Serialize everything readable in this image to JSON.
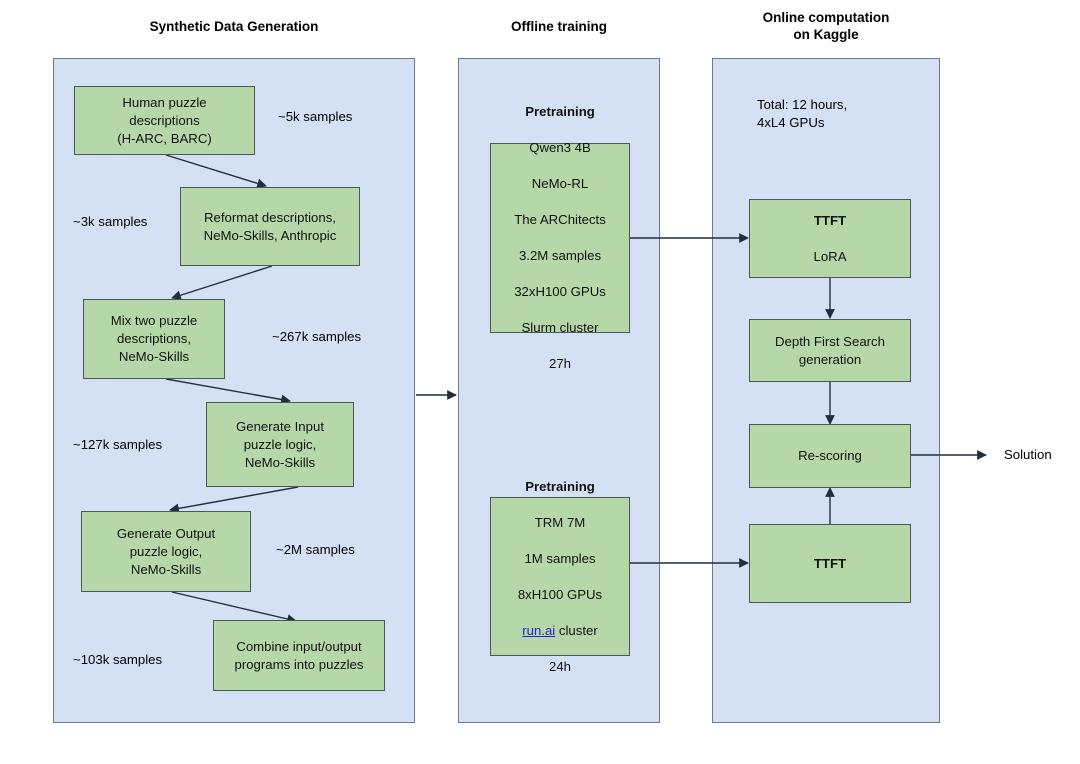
{
  "diagram": {
    "title_columns": [
      {
        "id": "synthetic",
        "label": "Synthetic Data Generation"
      },
      {
        "id": "offline",
        "label": "Offline training"
      },
      {
        "id": "online",
        "label": "Online computation\non Kaggle"
      }
    ],
    "colors": {
      "panel_fill": "#d4e1f4",
      "panel_stroke": "#6f7a85",
      "node_fill": "#b6d7a8",
      "node_stroke": "#4a5a52",
      "edge_stroke": "#1f2d3d",
      "link_text": "#2525d0",
      "text": "#111111"
    },
    "synthetic_nodes": [
      {
        "id": "human-puzzle-descriptions",
        "text": "Human puzzle\ndescriptions\n(H-ARC, BARC)"
      },
      {
        "id": "reformat-descriptions",
        "text": "Reformat descriptions,\nNeMo-Skills, Anthropic"
      },
      {
        "id": "mix-two-puzzle-descriptions",
        "text": "Mix two puzzle\ndescriptions,\nNeMo-Skills"
      },
      {
        "id": "generate-input-puzzle-logic",
        "text": "Generate Input\npuzzle logic,\nNeMo-Skills"
      },
      {
        "id": "generate-output-puzzle-logic",
        "text": "Generate Output\npuzzle logic,\nNeMo-Skills"
      },
      {
        "id": "combine-input-output-programs",
        "text": "Combine input/output\nprograms into puzzles"
      }
    ],
    "synthetic_notes": [
      {
        "id": "note-5k",
        "text": "~5k samples"
      },
      {
        "id": "note-3k",
        "text": "~3k samples"
      },
      {
        "id": "note-267k",
        "text": "~267k samples"
      },
      {
        "id": "note-127k",
        "text": "~127k samples"
      },
      {
        "id": "note-2m",
        "text": "~2M samples"
      },
      {
        "id": "note-103k",
        "text": "~103k samples"
      }
    ],
    "offline_nodes": [
      {
        "id": "pretraining-qwen3",
        "head": "Pretraining",
        "lines": [
          "Qwen3 4B",
          "NeMo-RL",
          "The ARChitects",
          "3.2M samples",
          "32xH100 GPUs",
          "Slurm cluster",
          "27h"
        ]
      },
      {
        "id": "pretraining-trm",
        "head": "Pretraining",
        "lines": [
          "TRM 7M",
          "1M samples",
          "8xH100 GPUs",
          "run.ai cluster",
          "24h"
        ],
        "link_line_index": 3,
        "link_text": "run.ai",
        "link_suffix": " cluster"
      }
    ],
    "online_note": {
      "id": "kaggle-budget-note",
      "text": "Total: 12 hours,\n4xL4 GPUs"
    },
    "online_nodes": [
      {
        "id": "ttft-lora",
        "head": "TTFT",
        "lines": [
          "LoRA"
        ]
      },
      {
        "id": "depth-first-search-generation",
        "text": "Depth First Search\ngeneration"
      },
      {
        "id": "re-scoring",
        "text": "Re-scoring"
      },
      {
        "id": "ttft",
        "head": "TTFT",
        "lines": []
      }
    ],
    "output_label": {
      "id": "solution-label",
      "text": "Solution"
    }
  }
}
